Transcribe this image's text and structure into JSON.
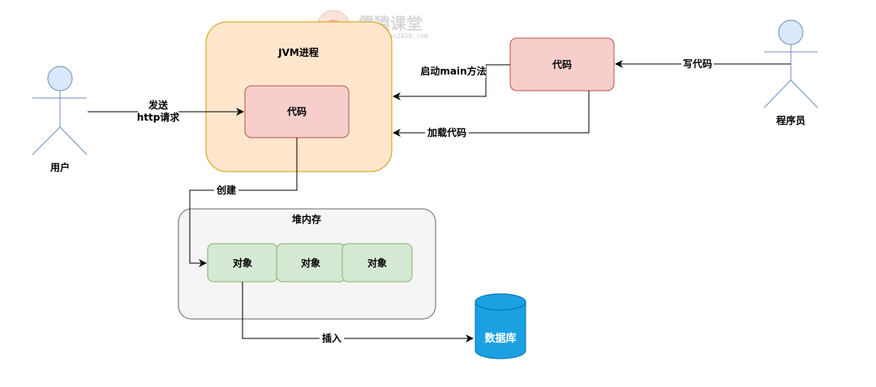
{
  "watermark": {
    "brand": "儒猿课堂",
    "url": "www.ruyuan2020.com"
  },
  "actors": {
    "user": "用户",
    "programmer": "程序员"
  },
  "jvm": {
    "title": "JVM进程",
    "code": "代码"
  },
  "external_code": "代码",
  "heap": {
    "title": "堆内存",
    "objects": [
      "对象",
      "对象",
      "对象"
    ]
  },
  "database": "数据库",
  "edges": {
    "send_line1": "发送",
    "send_line2": "http请求",
    "write_code": "写代码",
    "start_main": "启动main方法",
    "load_code": "加载代码",
    "create": "创建",
    "insert": "插入"
  },
  "colors": {
    "jvm_fill": "#ffe6cc",
    "jvm_stroke": "#d79b00",
    "code_fill": "#f8cecc",
    "code_stroke": "#b85450",
    "heap_fill": "#f5f5f5",
    "heap_stroke": "#666666",
    "object_fill": "#d5e8d4",
    "object_stroke": "#82b366",
    "actor_fill": "#dae8fc",
    "actor_stroke": "#6c8ebf",
    "db_fill": "#1ba1e2",
    "db_stroke": "#006eaf"
  }
}
